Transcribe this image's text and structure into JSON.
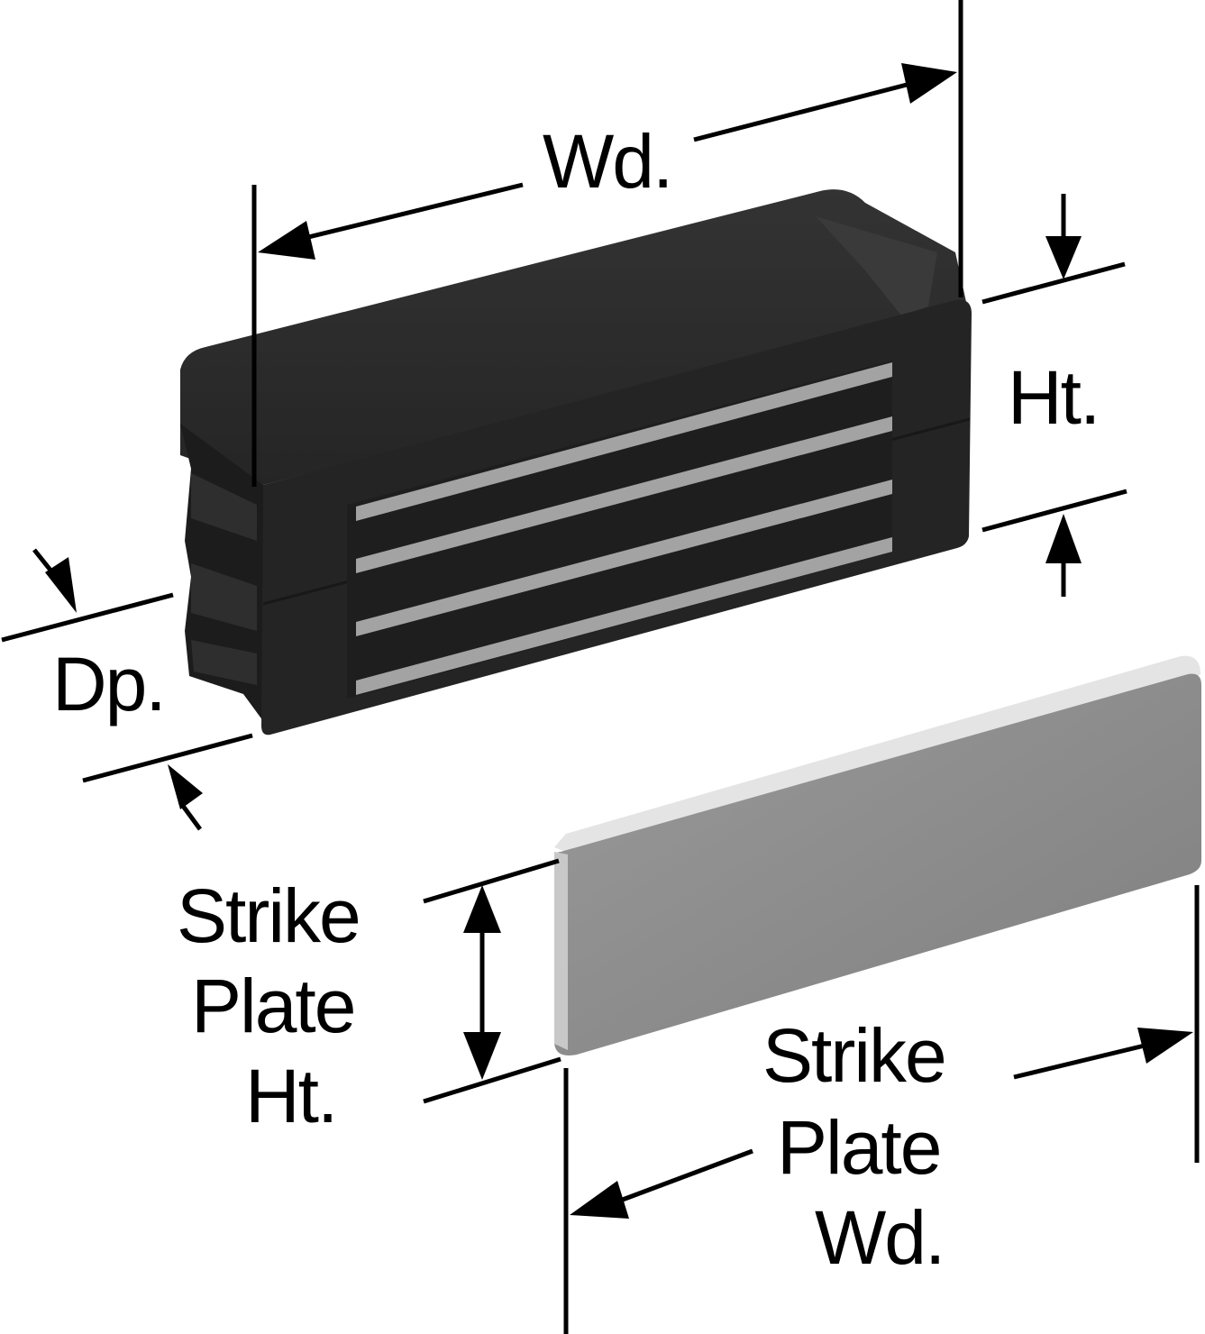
{
  "labels": {
    "width": "Wd.",
    "height": "Ht.",
    "depth": "Dp.",
    "strike_plate_height": [
      "Strike",
      "Plate",
      "Ht."
    ],
    "strike_plate_width": [
      "Strike",
      "Plate",
      "Wd."
    ]
  },
  "colors": {
    "magnet_body": "#262626",
    "magnet_side": "#1a1a1a",
    "magnet_strip": "#a0a0a0",
    "strike_plate_face": "#8e8e8e",
    "strike_plate_edge": "#e6e6e6",
    "dimension_lines": "#000000"
  }
}
